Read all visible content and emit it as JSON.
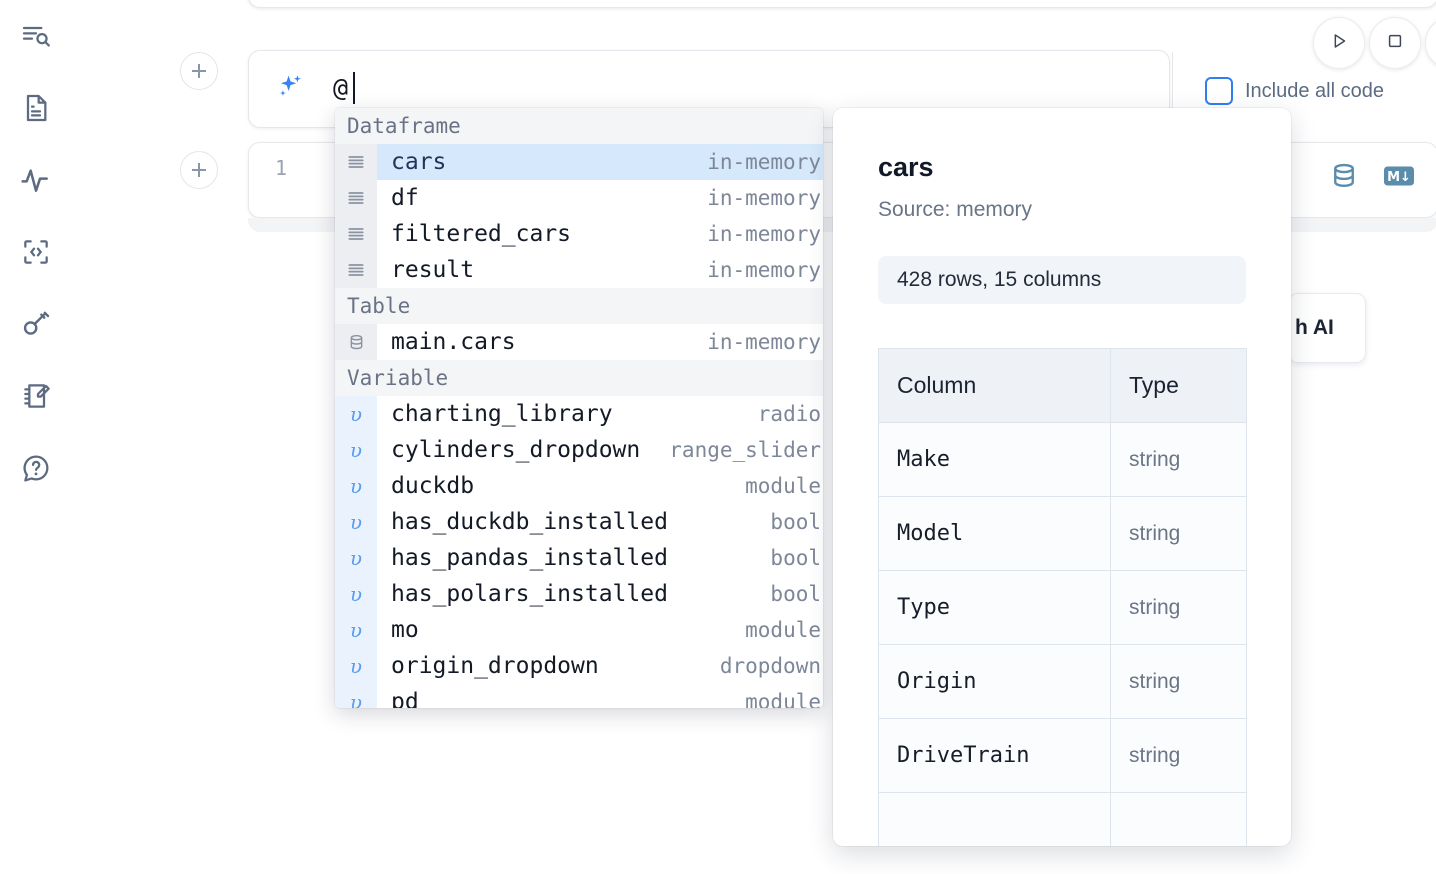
{
  "sidebar": {
    "items": [
      {
        "name": "search-outline-icon",
        "label": "Search"
      },
      {
        "name": "document-icon",
        "label": "Notebook file"
      },
      {
        "name": "activity-pulse-icon",
        "label": "Activity"
      },
      {
        "name": "code-brackets-icon",
        "label": "Snippets"
      },
      {
        "name": "key-icon",
        "label": "Secrets"
      },
      {
        "name": "notebook-edit-icon",
        "label": "Scratchpad"
      },
      {
        "name": "help-chat-icon",
        "label": "Help"
      }
    ]
  },
  "toolbar": {
    "run_label": "Run",
    "stop_label": "Interrupt",
    "extra_label": "More"
  },
  "prompt": {
    "text": "@",
    "sparkle_icon": "ai-sparkle-icon"
  },
  "include_all_code": {
    "label": "Include all code",
    "checked": false,
    "accent": "#2f7ff0"
  },
  "cell": {
    "line_number": "1",
    "icons": [
      {
        "name": "database-icon",
        "label": "SQL cell"
      },
      {
        "name": "markdown-icon",
        "label": "Markdown cell",
        "glyph": "M↓"
      }
    ]
  },
  "ai_chip": {
    "label": "h AI"
  },
  "autocomplete": {
    "groups": [
      {
        "title": "Dataframe",
        "icon": "dataframe-rows-icon",
        "kind": "dataframe",
        "items": [
          {
            "name": "cars",
            "type": "in-memory",
            "selected": true
          },
          {
            "name": "df",
            "type": "in-memory",
            "selected": false
          },
          {
            "name": "filtered_cars",
            "type": "in-memory",
            "selected": false
          },
          {
            "name": "result",
            "type": "in-memory",
            "selected": false
          }
        ]
      },
      {
        "title": "Table",
        "icon": "database-icon",
        "kind": "table",
        "items": [
          {
            "name": "main.cars",
            "type": "in-memory",
            "selected": false
          }
        ]
      },
      {
        "title": "Variable",
        "icon": "variable-icon",
        "kind": "variable",
        "items": [
          {
            "name": "charting_library",
            "type": "radio",
            "selected": false
          },
          {
            "name": "cylinders_dropdown",
            "type": "range_slider",
            "selected": false
          },
          {
            "name": "duckdb",
            "type": "module",
            "selected": false
          },
          {
            "name": "has_duckdb_installed",
            "type": "bool",
            "selected": false
          },
          {
            "name": "has_pandas_installed",
            "type": "bool",
            "selected": false
          },
          {
            "name": "has_polars_installed",
            "type": "bool",
            "selected": false
          },
          {
            "name": "mo",
            "type": "module",
            "selected": false
          },
          {
            "name": "origin_dropdown",
            "type": "dropdown",
            "selected": false
          },
          {
            "name": "pd",
            "type": "module",
            "selected": false
          }
        ]
      }
    ]
  },
  "detail": {
    "title": "cars",
    "source": "Source: memory",
    "shape": "428 rows, 15 columns",
    "table": {
      "headers": [
        "Column",
        "Type"
      ],
      "rows": [
        [
          "Make",
          "string"
        ],
        [
          "Model",
          "string"
        ],
        [
          "Type",
          "string"
        ],
        [
          "Origin",
          "string"
        ],
        [
          "DriveTrain",
          "string"
        ],
        [
          "",
          ""
        ]
      ]
    }
  }
}
